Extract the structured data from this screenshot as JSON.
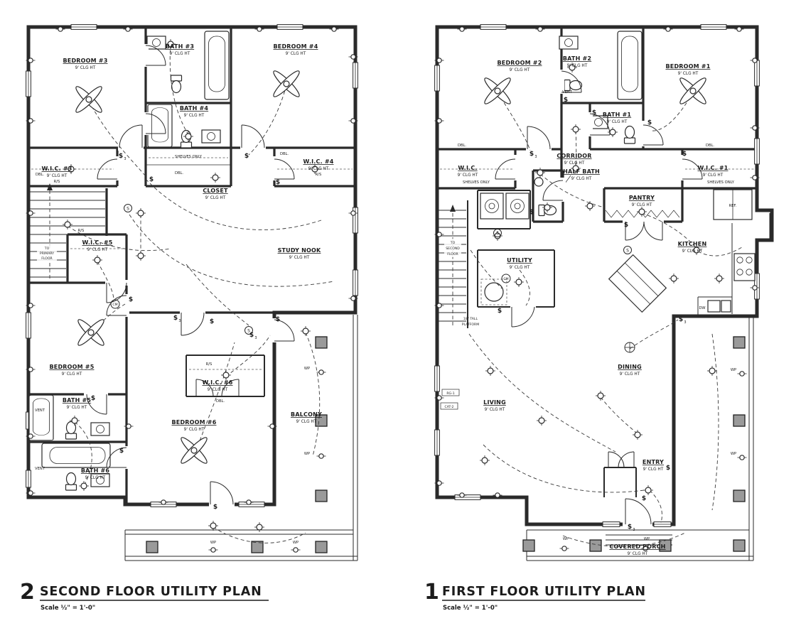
{
  "shared": {
    "clg": "9' CLG HT",
    "shelves": "SHELVES ONLY",
    "rs": "R/S",
    "dbl": "DBL.",
    "vent": "VENT",
    "wp": "WP",
    "sw": "$",
    "three": "3",
    "sd": "S",
    "cm": "CM",
    "ref": "REF.",
    "dw": "DW",
    "rg1": "RG-1",
    "cat2": "CAT-2",
    "to_primary_1": "TO",
    "to_primary_2": "PRIMARY",
    "to_primary_3": "FLOOR",
    "to_second_1": "TO",
    "to_second_2": "SECOND",
    "to_second_3": "FLOOR",
    "platform_1": "18\" TALL",
    "platform_2": "PLATFORM"
  },
  "plans": [
    {
      "number": "2",
      "title": "SECOND FLOOR UTILITY PLAN",
      "scale": "Scale ½\" = 1'-0\"",
      "rooms": {
        "bedroom3": "BEDROOM #3",
        "bath3": "BATH #3",
        "bedroom4": "BEDROOM #4",
        "bath4": "BATH #4",
        "wic3": "W.I.C. #3",
        "wic4": "W.I.C. #4",
        "closet": "CLOSET",
        "wic5": "W.I.C. #5",
        "study": "STUDY NOOK",
        "bedroom5": "BEDROOM #5",
        "bath5": "BATH #5",
        "wic6": "W.I.C. #6",
        "bedroom6": "BEDROOM #6",
        "bath6": "BATH #6",
        "balcony": "BALCONY"
      }
    },
    {
      "number": "1",
      "title": "FIRST FLOOR UTILITY PLAN",
      "scale": "Scale ½\" = 1'-0\"",
      "rooms": {
        "bedroom2": "BEDROOM #2",
        "bath2": "BATH #2",
        "bedroom1": "BEDROOM #1",
        "bath1": "BATH #1",
        "wic": "W.I.C.",
        "wic1": "W.I.C. #1",
        "corridor": "CORRIDOR",
        "halfbath": "HALF BATH",
        "pantry": "PANTRY",
        "kitchen": "KITCHEN",
        "utility": "UTILITY",
        "dining": "DINING",
        "living": "LIVING",
        "entry": "ENTRY",
        "porch": "COVERED PORCH"
      }
    }
  ]
}
